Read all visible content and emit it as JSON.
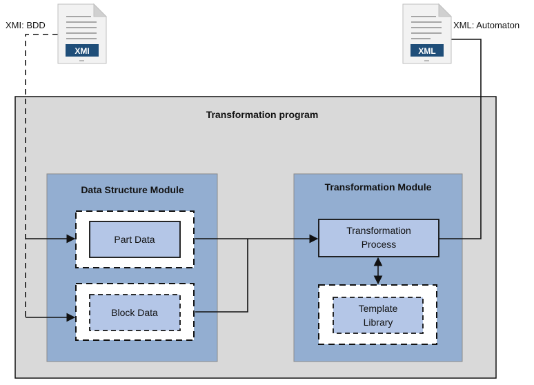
{
  "labels": {
    "xmi_input": "XMI: BDD",
    "xml_output": "XML: Automaton"
  },
  "icons": {
    "xmi": {
      "badge": "XMI"
    },
    "xml": {
      "badge": "XML"
    }
  },
  "program": {
    "title": "Transformation program"
  },
  "data_module": {
    "title": "Data Structure Module",
    "part": "Part Data",
    "block": "Block Data"
  },
  "transform_module": {
    "title": "Transformation Module",
    "process_line1": "Transformation",
    "process_line2": "Process",
    "template_line1": "Template",
    "template_line2": "Library"
  },
  "colors": {
    "program_bg": "#d9d9d9",
    "module_bg": "#93aed1",
    "inner_box": "#b4c6e7",
    "icon_badge": "#1f4e79"
  }
}
